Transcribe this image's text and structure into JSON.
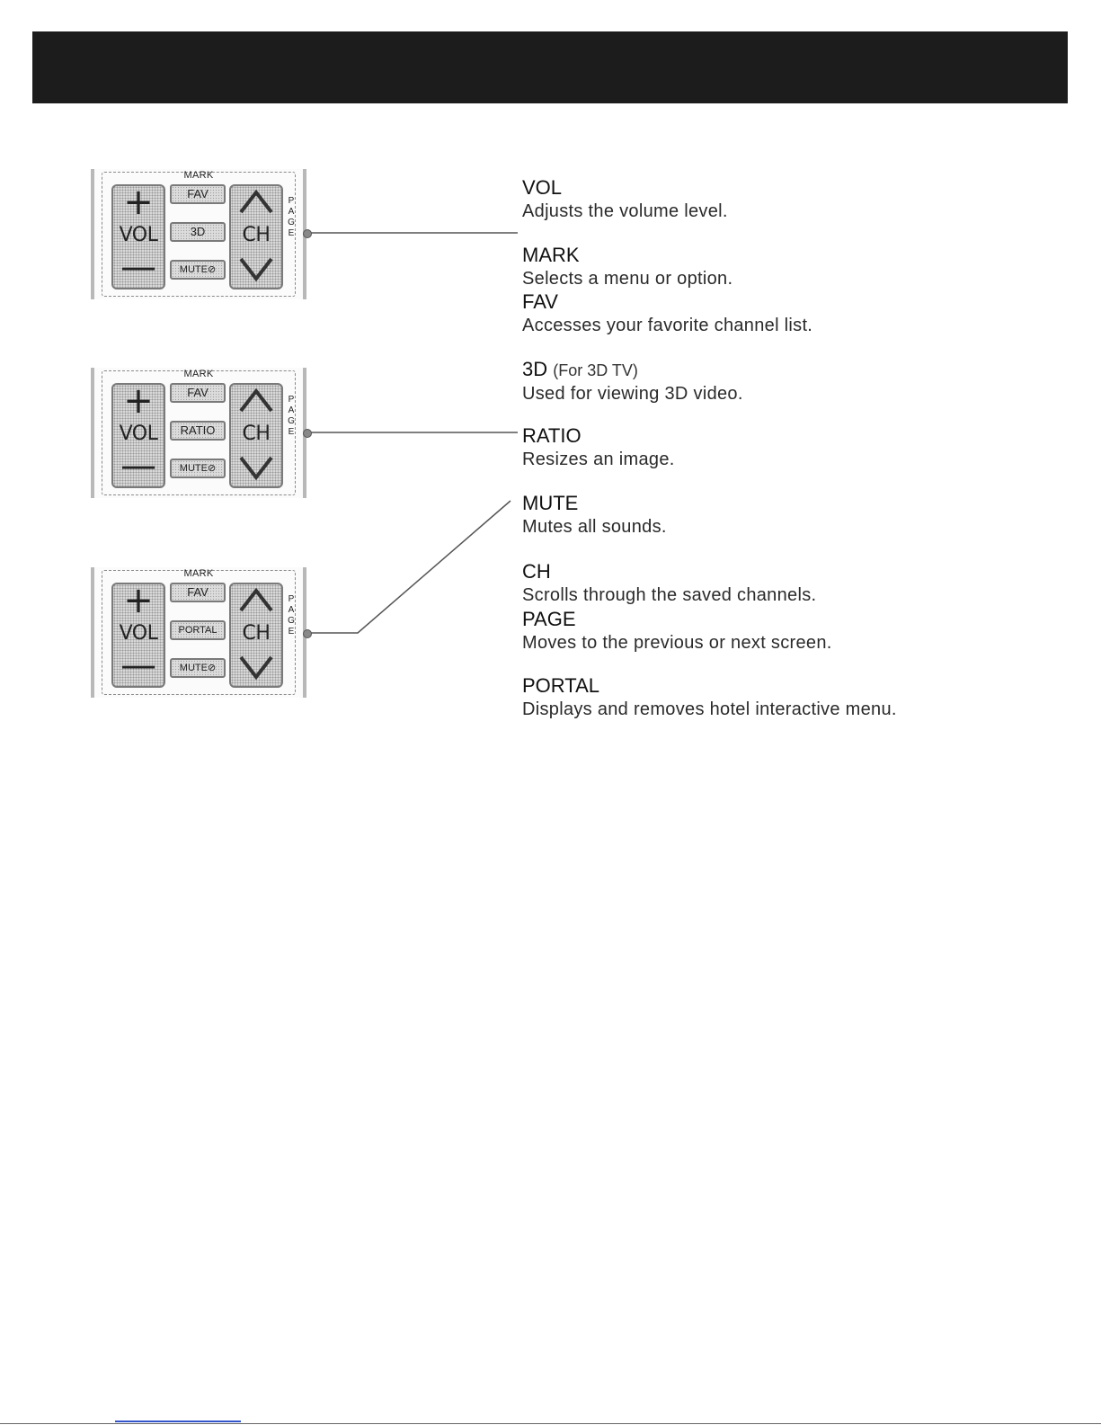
{
  "remotes": [
    {
      "mark": "MARK",
      "fav": "FAV",
      "middle": "3D",
      "mute": "MUTE⊘",
      "vol": "VOL",
      "plus": "+",
      "minus": "—",
      "ch": "CH",
      "page": [
        "P",
        "A",
        "G",
        "E"
      ]
    },
    {
      "mark": "MARK",
      "fav": "FAV",
      "middle": "RATIO",
      "mute": "MUTE⊘",
      "vol": "VOL",
      "plus": "+",
      "minus": "—",
      "ch": "CH",
      "page": [
        "P",
        "A",
        "G",
        "E"
      ]
    },
    {
      "mark": "MARK",
      "fav": "FAV",
      "middle": "PORTAL",
      "mute": "MUTE⊘",
      "vol": "VOL",
      "plus": "+",
      "minus": "—",
      "ch": "CH",
      "page": [
        "P",
        "A",
        "G",
        "E"
      ]
    }
  ],
  "entries": [
    {
      "title": "VOL",
      "desc": "Adjusts the volume level."
    },
    {
      "title": "MARK",
      "desc": "Selects a menu or option."
    },
    {
      "title": "FAV",
      "desc": "Accesses your favorite channel list."
    },
    {
      "title": "3D",
      "title_note": "(For 3D TV)",
      "desc": "Used for viewing 3D video."
    },
    {
      "title": "RATIO",
      "desc": "Resizes an image."
    },
    {
      "title": "MUTE",
      "desc": "Mutes all sounds."
    },
    {
      "title": "CH",
      "desc": "Scrolls through the saved channels."
    },
    {
      "title": "PAGE",
      "desc": "Moves to the previous or next screen."
    },
    {
      "title": "PORTAL",
      "desc": "Displays and removes hotel interactive menu."
    }
  ]
}
